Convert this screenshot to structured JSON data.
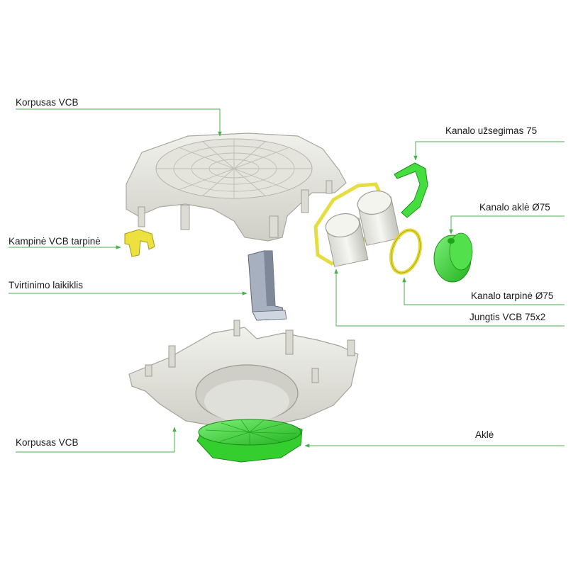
{
  "labels": {
    "korpusas_top": "Korpusas  VCB",
    "kanalo_uzsegimas": "Kanalo užsegimas 75",
    "kanalo_akle": "Kanalo aklė   Ø75",
    "kampine_tarpine": "Kampinė VCB tarpinė",
    "tvirtinimo_laikiklis": "Tvirtinimo laikiklis",
    "kanalo_tarpine": "Kanalo tarpinė   Ø75",
    "jungtis": "Jungtis  VCB 75x2",
    "korpusas_bottom": "Korpusas  VCB",
    "akle": "Aklė"
  },
  "colors": {
    "leader_line": "#4caf50",
    "housing": "#e6e6df",
    "housing_shadow": "#b9b9b0",
    "gasket_yellow": "#e8e04a",
    "part_green": "#3fe03a",
    "bracket_gray": "#9aa4b4"
  }
}
